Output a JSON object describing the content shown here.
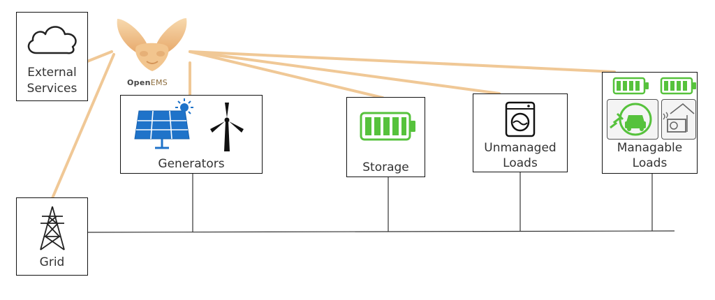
{
  "logo": {
    "text_open": "Open",
    "text_ems": "EMS"
  },
  "nodes": {
    "external": {
      "line1": "External",
      "line2": "Services"
    },
    "grid": {
      "label": "Grid"
    },
    "generators": {
      "label": "Generators"
    },
    "storage": {
      "label": "Storage"
    },
    "unmanaged": {
      "line1": "Unmanaged",
      "line2": "Loads"
    },
    "managable": {
      "line1": "Managable",
      "line2": "Loads"
    }
  },
  "icons": [
    "cloud-icon",
    "transmission-tower-icon",
    "solar-panel-icon",
    "sun-icon",
    "wind-turbine-icon",
    "battery-icon",
    "washing-machine-icon",
    "ev-charger-icon",
    "heat-pump-icon",
    "fox-logo-icon"
  ],
  "colors": {
    "connection": "#f0c896",
    "green": "#56c23c",
    "blue": "#1f73c9",
    "line": "#111111"
  }
}
